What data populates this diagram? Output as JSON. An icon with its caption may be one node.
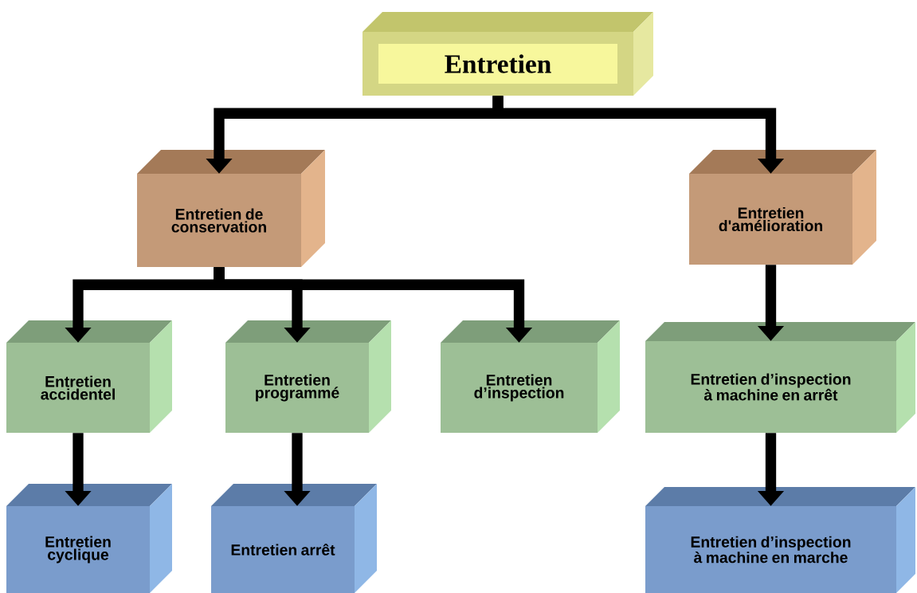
{
  "diagram": {
    "nodes": [
      {
        "text": [
          "Entretien"
        ]
      },
      {
        "text": [
          "Entretien de conservation"
        ]
      },
      {
        "text": [
          "Entretien d'amélioration"
        ]
      },
      {
        "text": [
          "Entretien accidentel"
        ]
      },
      {
        "text": [
          "Entretien programmé"
        ]
      },
      {
        "text": [
          "Entretien d’inspection"
        ]
      },
      {
        "text": [
          "Entretien d’inspection à machine en arrêt"
        ]
      },
      {
        "text": [
          "Entretien cyclique"
        ]
      },
      {
        "text": [
          "Entretien arrêt"
        ]
      },
      {
        "text": [
          "Entretien d’inspection à machine en marche"
        ]
      }
    ],
    "edges": [
      {
        "from": 0,
        "to": 1,
        "arrow": "to"
      },
      {
        "from": 0,
        "to": 2,
        "arrow": "to"
      },
      {
        "from": 1,
        "to": 3,
        "arrow": "to"
      },
      {
        "from": 1,
        "to": 4,
        "arrow": "to"
      },
      {
        "from": 1,
        "to": 5,
        "arrow": "to"
      },
      {
        "from": 2,
        "to": 6,
        "arrow": "to"
      },
      {
        "from": 3,
        "to": 7,
        "arrow": "to"
      },
      {
        "from": 4,
        "to": 8,
        "arrow": "to"
      },
      {
        "from": 6,
        "to": 9,
        "arrow": "to"
      }
    ]
  }
}
